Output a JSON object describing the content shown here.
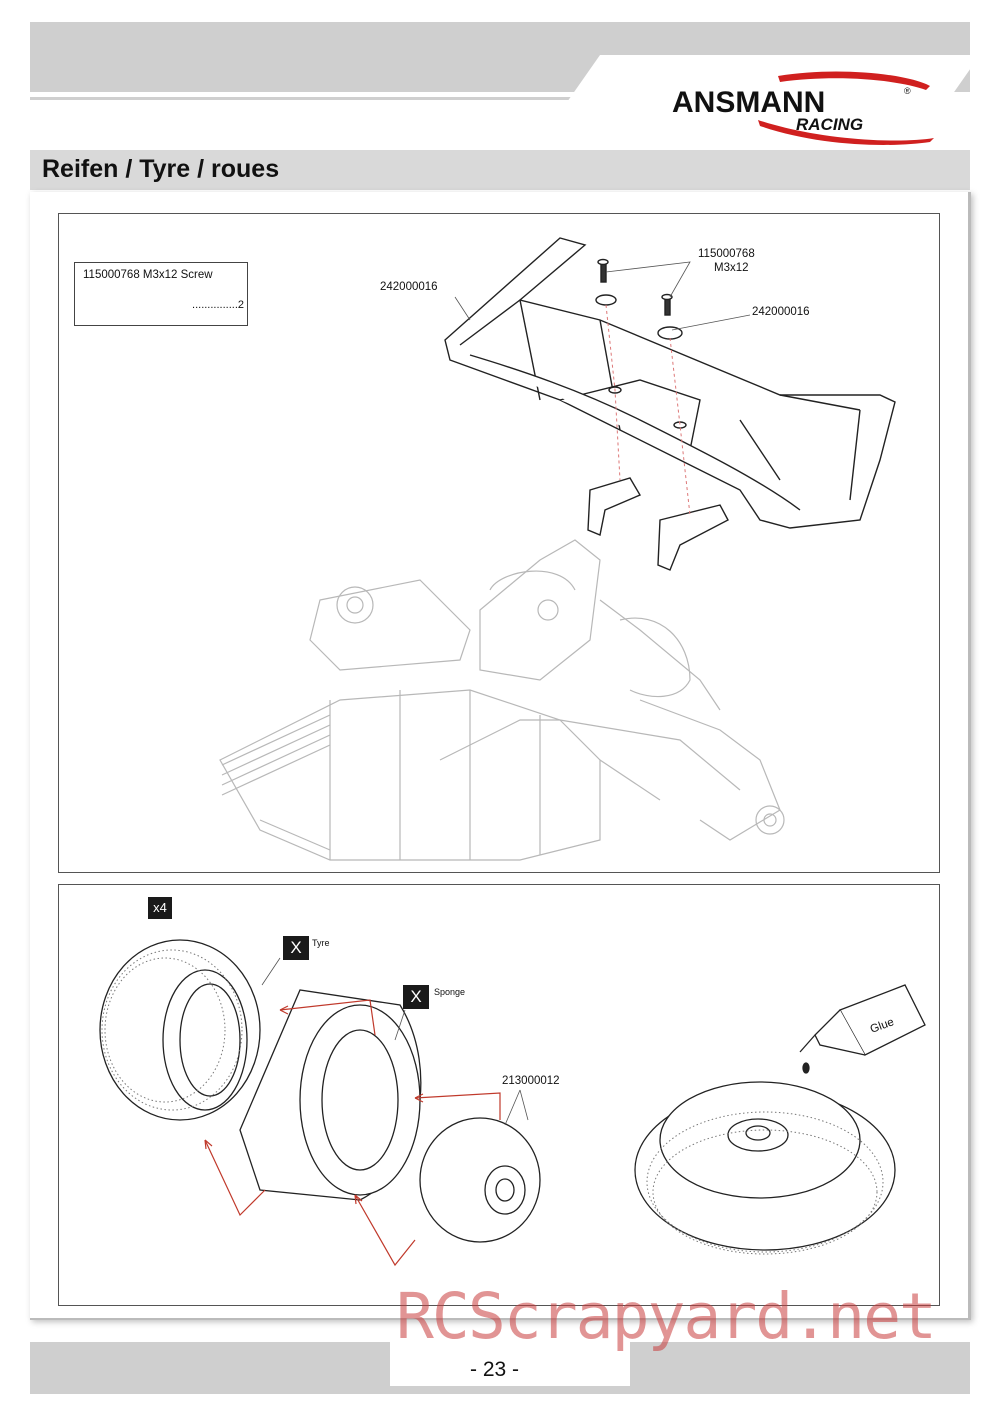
{
  "brand": {
    "name": "ANSMANN",
    "sub": "RACING",
    "reg": "®"
  },
  "section": {
    "title": "Reifen / Tyre / roues"
  },
  "legend": {
    "label": "115000768  M3x12 Screw",
    "qty": "...............2"
  },
  "callouts": {
    "screw_part": "115000768",
    "screw_size": "M3x12",
    "wing_left": "242000016",
    "wing_right": "242000016",
    "rim": "213000012",
    "glue": "Glue"
  },
  "steps": {
    "qty": "x4",
    "tyre_mark": "X",
    "tyre_label": "Tyre",
    "sponge_mark": "X",
    "sponge_label": "Sponge"
  },
  "page": {
    "number": "- 23 -"
  },
  "watermark": "RCScrapyard.net",
  "colors": {
    "header_gray": "#cfcfcf",
    "accent_red": "#d0201f",
    "arrow_red": "#c0392b"
  }
}
